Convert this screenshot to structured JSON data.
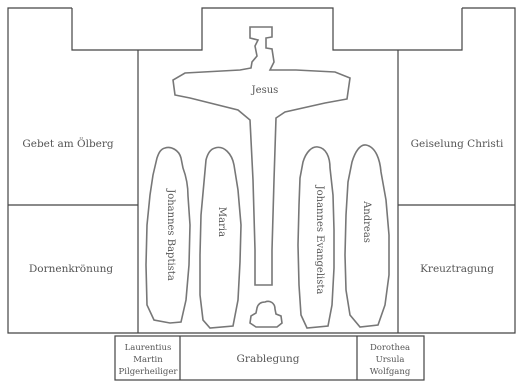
{
  "panels": {
    "top_left": "Gebet am Ölberg",
    "bottom_left": "Dornenkrönung",
    "top_right": "Geiselung Christi",
    "bottom_right": "Kreuztragung",
    "predella_center": "Grablegung",
    "predella_left": [
      "Laurentius",
      "Martin",
      "Pilgerheiliger"
    ],
    "predella_right": [
      "Dorothea",
      "Ursula",
      "Wolfgang"
    ]
  },
  "figures": {
    "jesus": "Jesus",
    "johannes_baptista": "Johannes Baptista",
    "maria": "Maria",
    "johannes_evangelista": "Johannes Evangelista",
    "andreas": "Andreas"
  }
}
